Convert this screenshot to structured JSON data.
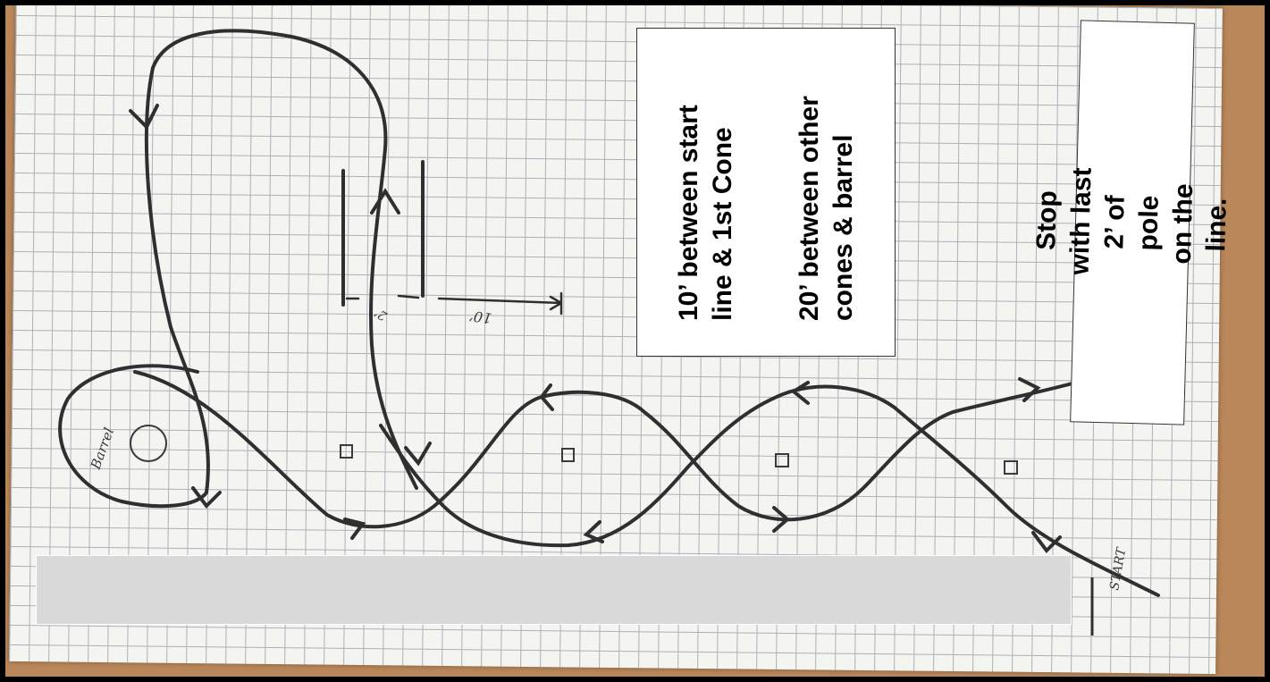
{
  "colors": {
    "ink": "#2f2f2f",
    "paper": "#f4f4f1",
    "grid": "#a9b2bb",
    "table": "#b9875a",
    "caption_bar": "#d9d9d9"
  },
  "notes": {
    "distance_start": "10’ between start\nline & 1st Cone",
    "distance_other": "20’ between other\ncones & barrel",
    "stop_instruction": "Stop with last 2’ of pole\non the line."
  },
  "sketch": {
    "barrel_label": "Barrel",
    "start_label": "START",
    "dimension_label": "10’",
    "small_dimension_label": "2’"
  },
  "caption": {
    "text": ""
  }
}
